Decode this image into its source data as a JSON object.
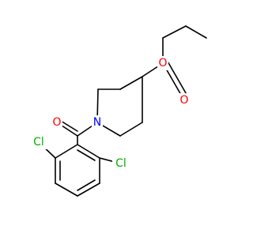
{
  "molecule": {
    "atoms": [
      {
        "label": "O",
        "color": "#ff0000"
      },
      {
        "label": "O",
        "color": "#ff0000"
      },
      {
        "label": "N",
        "color": "#0000ff"
      },
      {
        "label": "O",
        "color": "#ff0000"
      },
      {
        "label": "Cl",
        "color": "#00b000"
      },
      {
        "label": "Cl",
        "color": "#00b000"
      }
    ],
    "bond_color": "#000000"
  }
}
